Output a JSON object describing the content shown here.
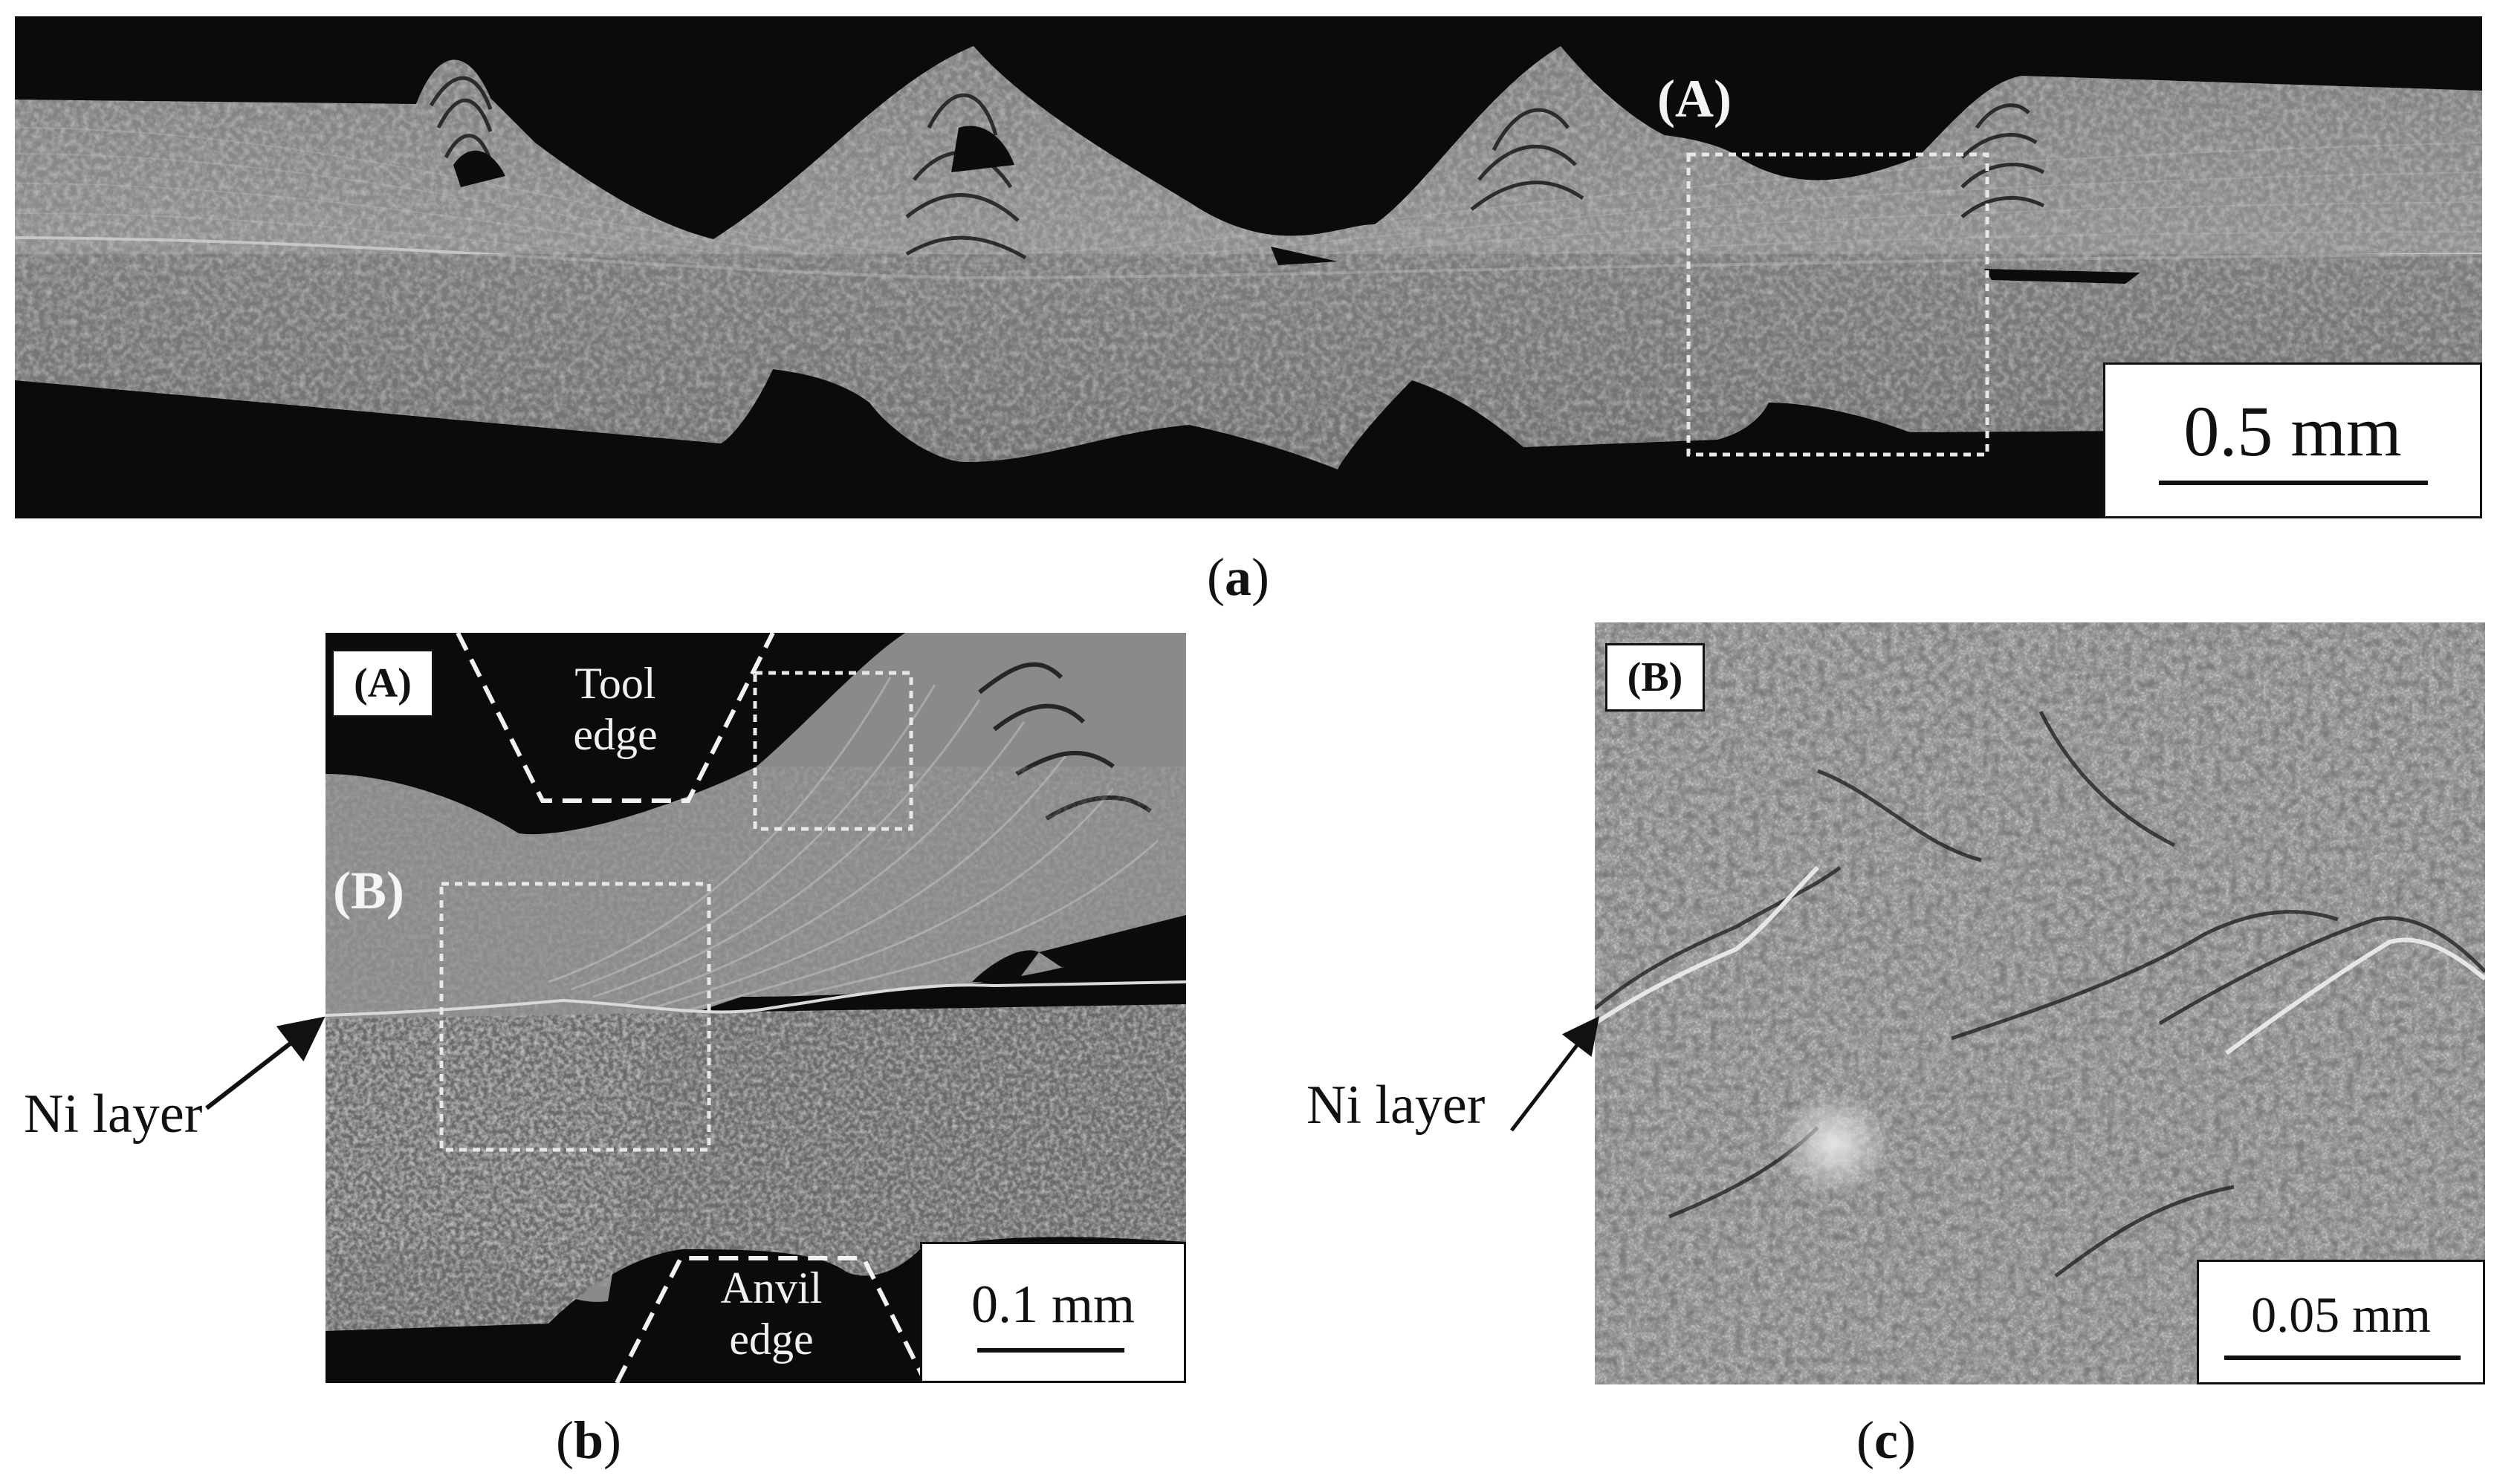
{
  "panel_a": {
    "region_label": "(A)",
    "scale_label": "0.5 mm",
    "caption_letter": "a"
  },
  "panel_b": {
    "tag": "(A)",
    "region_label": "(B)",
    "tool_line1": "Tool",
    "tool_line2": "edge",
    "anvil_line1": "Anvil",
    "anvil_line2": "edge",
    "ni_label": "Ni layer",
    "scale_label": "0.1 mm",
    "caption_letter": "b"
  },
  "panel_c": {
    "tag": "(B)",
    "ni_label": "Ni layer",
    "scale_label": "0.05 mm",
    "caption_letter": "c"
  }
}
